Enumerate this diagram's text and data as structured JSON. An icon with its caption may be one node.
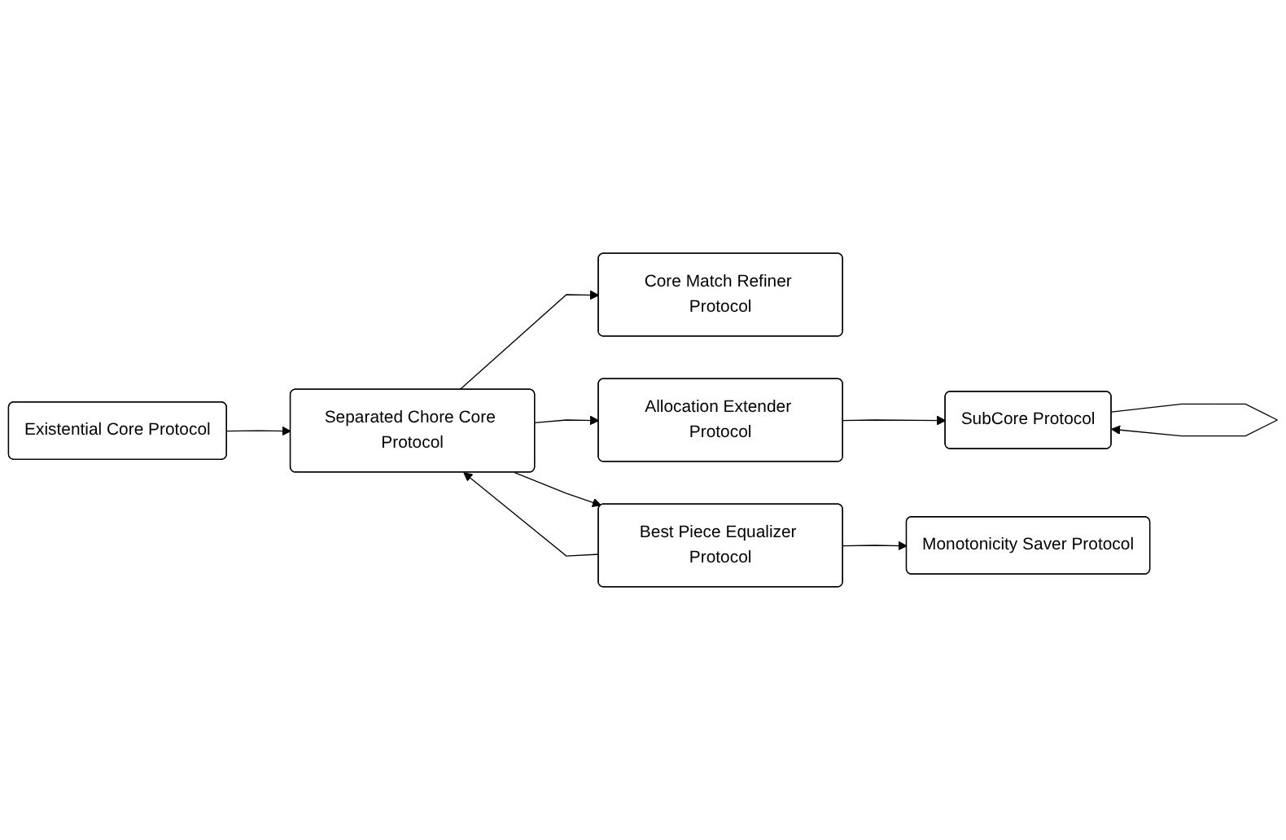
{
  "diagram": {
    "nodes": [
      {
        "text": [
          "Existential Core Protocol"
        ]
      },
      {
        "text": [
          "Separated Chore Core Protocol"
        ]
      },
      {
        "text": [
          "Core Match Refiner Protocol"
        ]
      },
      {
        "text": [
          "Allocation Extender Protocol"
        ]
      },
      {
        "text": [
          "Best Piece Equalizer Protocol"
        ]
      },
      {
        "text": [
          "SubCore Protocol"
        ]
      },
      {
        "text": [
          "Monotonicity Saver Protocol"
        ]
      }
    ],
    "edges": [
      {
        "from": 0,
        "to": 1,
        "arrow": "to"
      },
      {
        "from": 1,
        "to": 2,
        "arrow": "to"
      },
      {
        "from": 1,
        "to": 3,
        "arrow": "to"
      },
      {
        "from": 1,
        "to": 4,
        "arrow": "to"
      },
      {
        "from": 4,
        "to": 1,
        "arrow": "to"
      },
      {
        "from": 3,
        "to": 5,
        "arrow": "to"
      },
      {
        "from": 5,
        "to": 5,
        "arrow": "to"
      },
      {
        "from": 4,
        "to": 6,
        "arrow": "to"
      }
    ]
  }
}
